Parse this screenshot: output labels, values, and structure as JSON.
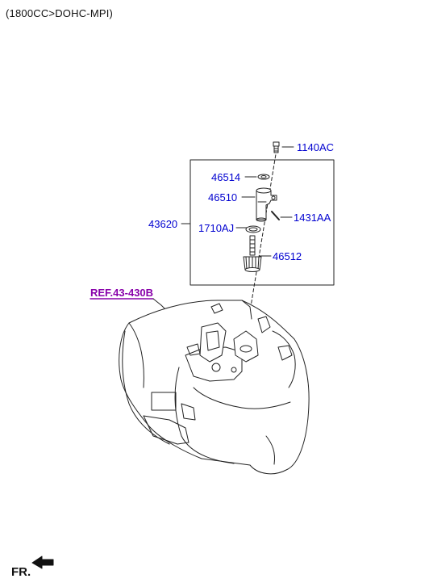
{
  "header": {
    "engine": "(1800CC>DOHC-MPI)"
  },
  "callouts": {
    "p1140AC": "1140AC",
    "p46514": "46514",
    "p46510": "46510",
    "p43620": "43620",
    "p1431AA": "1431AA",
    "p1710AJ": "1710AJ",
    "p46512": "46512"
  },
  "reference": {
    "label": "REF.43-430B"
  },
  "orientation": {
    "label": "FR."
  },
  "colors": {
    "part_number": "#0000d0",
    "reference": "#8800aa",
    "line_art": "#222222"
  }
}
